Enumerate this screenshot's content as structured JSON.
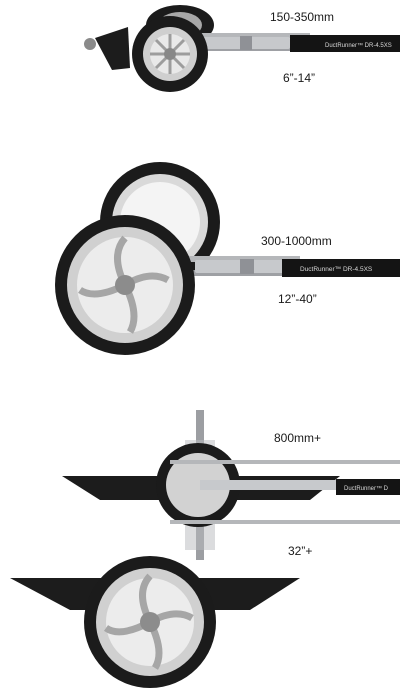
{
  "configs": [
    {
      "metric": "150-350mm",
      "imperial": "6”-14”",
      "body_text": "DuctRunner™ DR-4.5XS"
    },
    {
      "metric": "300-1000mm",
      "imperial": "12”-40”",
      "body_text": "DuctRunner™ DR-4.5XS"
    },
    {
      "metric": "800mm+",
      "imperial": "32”+",
      "body_text": "DuctRunner™ D"
    }
  ],
  "colors": {
    "tire": "#1b1b1b",
    "rim": "#b9b9b9",
    "rod": "#a7a9ac",
    "body": "#141414",
    "text": "#1a1a1a"
  }
}
